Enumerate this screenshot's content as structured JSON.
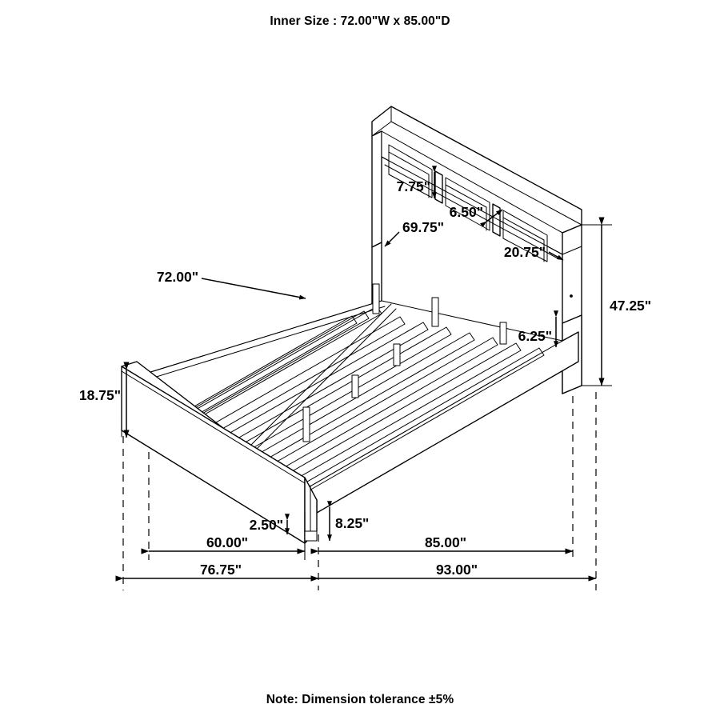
{
  "header": {
    "title": "Inner Size : 72.00\"W x 85.00\"D"
  },
  "footer": {
    "note": "Note: Dimension tolerance ±5%"
  },
  "product": {
    "type": "platform-bed-with-bookcase-headboard"
  },
  "chart_data": {
    "type": "table",
    "title": "Inner Size : 72.00\"W x 85.00\"D",
    "subtitle": "Note: Dimension tolerance ±5%",
    "view": "isometric technical dimension drawing",
    "units": "inches",
    "categories": [
      "headboard shelf opening height",
      "headboard shelf divider width",
      "headboard inner width",
      "headboard lower shelf width",
      "mattress deck width",
      "overall headboard height",
      "slat deck to rail height",
      "footboard deck height",
      "footboard rail drop",
      "footboard panel thickness",
      "footboard panel length",
      "overall footboard side length",
      "bed inner depth",
      "overall bed length"
    ],
    "values": [
      7.75,
      6.5,
      69.75,
      20.75,
      72.0,
      47.25,
      6.25,
      18.75,
      8.25,
      2.5,
      60.0,
      76.75,
      85.0,
      93.0
    ],
    "labels": [
      "7.75\"",
      "6.50\"",
      "69.75\"",
      "20.75\"",
      "72.00\"",
      "47.25\"",
      "6.25\"",
      "18.75\"",
      "8.25\"",
      "2.50\"",
      "60.00\"",
      "76.75\"",
      "85.00\"",
      "93.00\""
    ]
  },
  "dimensions": {
    "d_7_75": "7.75\"",
    "d_6_50": "6.50\"",
    "d_69_75": "69.75\"",
    "d_20_75": "20.75\"",
    "d_72_00": "72.00\"",
    "d_47_25": "47.25\"",
    "d_6_25": "6.25\"",
    "d_18_75": "18.75\"",
    "d_8_25": "8.25\"",
    "d_2_50": "2.50\"",
    "d_60_00": "60.00\"",
    "d_76_75": "76.75\"",
    "d_85_00": "85.00\"",
    "d_93_00": "93.00\""
  },
  "colors": {
    "line": "#000000",
    "background": "#ffffff"
  }
}
